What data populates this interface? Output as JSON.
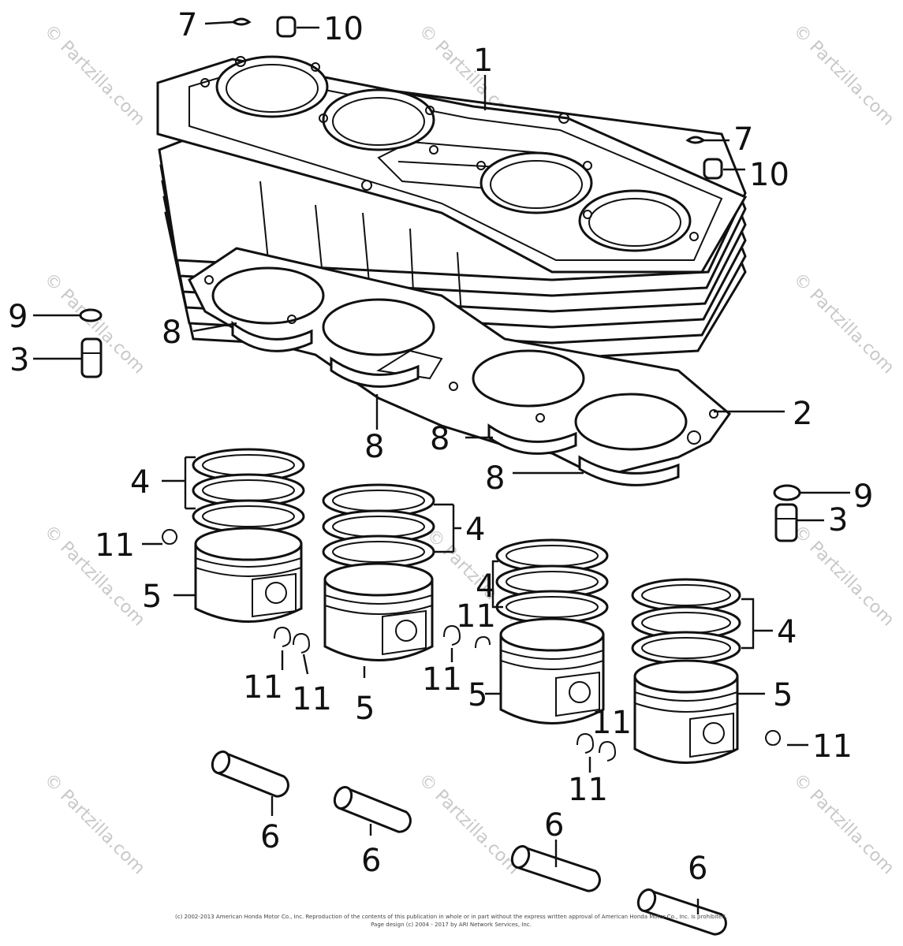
{
  "watermark": {
    "text": "© Partzilla.com",
    "color": "#c8c8c8"
  },
  "callouts": {
    "c1": "1",
    "c2": "2",
    "c3a": "3",
    "c3b": "3",
    "c4a": "4",
    "c4b": "4",
    "c4c": "4",
    "c4d": "4",
    "c5a": "5",
    "c5b": "5",
    "c5c": "5",
    "c5d": "5",
    "c6a": "6",
    "c6b": "6",
    "c6c": "6",
    "c6d": "6",
    "c7a": "7",
    "c7b": "7",
    "c8a": "8",
    "c8b": "8",
    "c8c": "8",
    "c8d": "8",
    "c9a": "9",
    "c9b": "9",
    "c10a": "10",
    "c10b": "10",
    "c11a": "11",
    "c11b": "11",
    "c11c": "11",
    "c11d": "11",
    "c11e": "11",
    "c11f": "11",
    "c11g": "11",
    "c11h": "11"
  },
  "footer": {
    "line1": "(c) 2002-2013 American Honda Motor Co., Inc. Reproduction of the contents of this publication in whole or in part without the express written approval of American Honda Motor Co., Inc. is prohibited.",
    "line2": "Page design (c) 2004 - 2017 by ARI Network Services, Inc."
  }
}
